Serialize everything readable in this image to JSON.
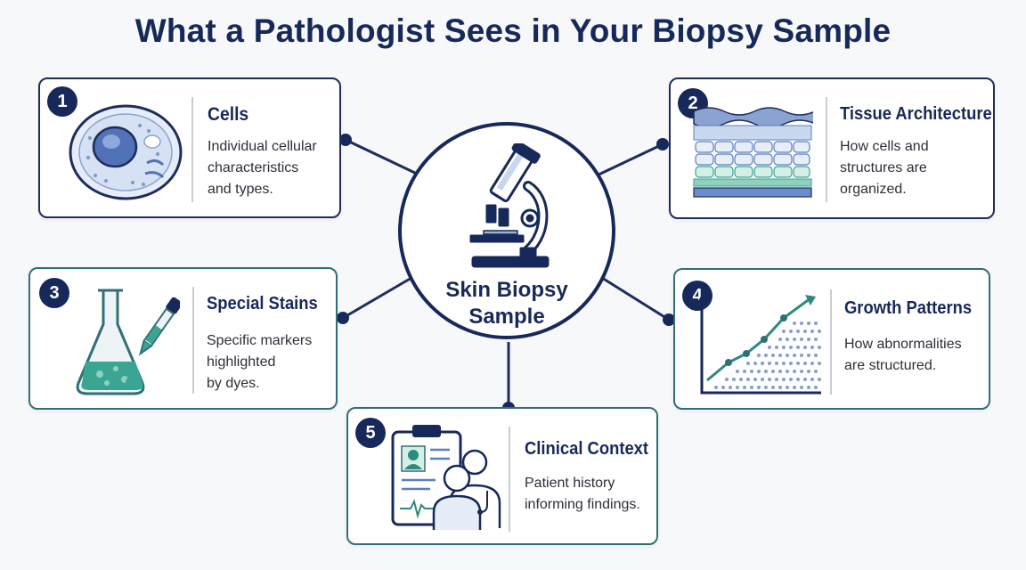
{
  "title": "What a Pathologist Sees in Your Biopsy Sample",
  "hub": {
    "line1": "Skin Biopsy",
    "line2": "Sample",
    "icon": "microscope-icon"
  },
  "cards": [
    {
      "number": "1",
      "title": "Cells",
      "desc": [
        "Individual cellular",
        "characteristics",
        "and types."
      ],
      "icon": "cell-icon"
    },
    {
      "number": "2",
      "title": "Tissue Architecture",
      "desc": [
        "How cells and",
        "structures are",
        "organized."
      ],
      "icon": "tissue-layers-icon"
    },
    {
      "number": "3",
      "title": "Special Stains",
      "desc": [
        "Specific markers",
        "highlighted",
        "by dyes."
      ],
      "icon": "flask-dropper-icon"
    },
    {
      "number": "4",
      "title": "Growth Patterns",
      "desc": [
        "How abnormalities",
        "are structured."
      ],
      "icon": "growth-chart-icon"
    },
    {
      "number": "5",
      "title": "Clinical Context",
      "desc": [
        "Patient history",
        "informing findings."
      ],
      "icon": "clipboard-patient-icon"
    }
  ],
  "colors": {
    "navy": "#17295a",
    "teal": "#2f6f78",
    "blue": "#5b7fc0",
    "green": "#3aa593"
  }
}
